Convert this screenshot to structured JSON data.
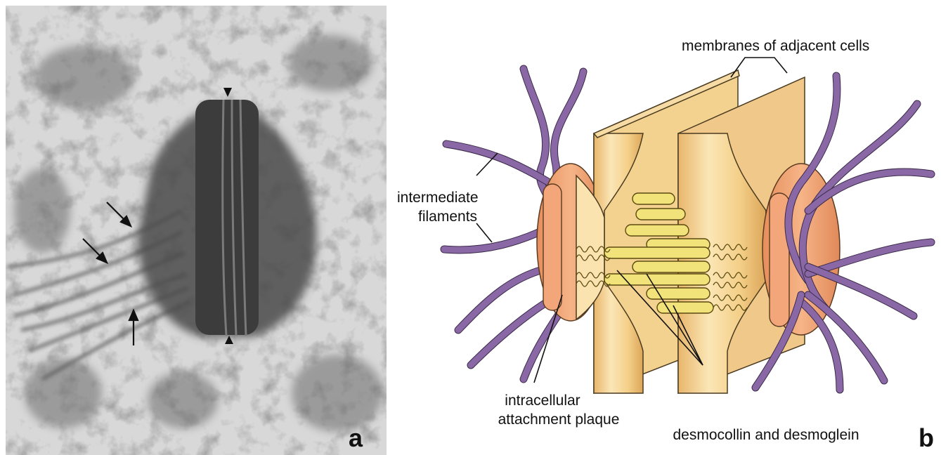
{
  "panels": {
    "a": {
      "label": "a"
    },
    "b": {
      "label": "b"
    }
  },
  "labels": {
    "membranes": "membranes of adjacent cells",
    "intermediate_line1": "intermediate",
    "intermediate_line2": "filaments",
    "plaque_line1": "intracellular",
    "plaque_line2": "attachment plaque",
    "desmo": "desmocollin and desmoglein"
  },
  "colors": {
    "filament": "#a581bf",
    "plaque": "#f0a878",
    "membrane_light": "#fbe3b0",
    "membrane_mid": "#f4cf88",
    "membrane_dark": "#e6b46a",
    "cadherin": "#f2e27a"
  }
}
